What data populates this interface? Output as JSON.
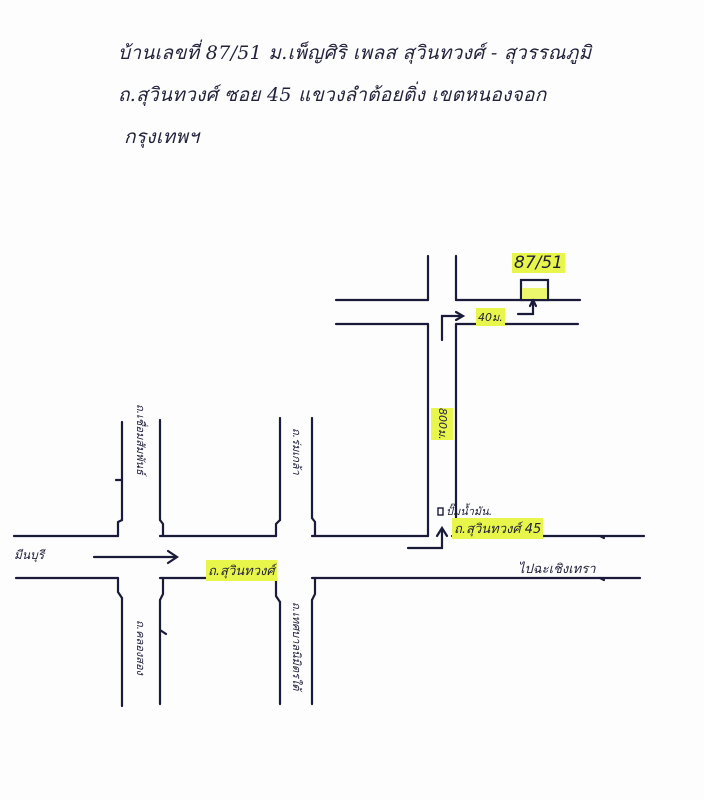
{
  "document": {
    "type": "hand-drawn location map",
    "background": "#fdfdfd",
    "ink_color": "#1a1a3a",
    "highlight_color": "#e8f54a"
  },
  "address": {
    "line1": "บ้านเลขที่ 87/51 ม.เพ็ญศิริ เพลส สุวินทวงศ์ - สุวรรณภูมิ",
    "line2": "ถ.สุวินทวงศ์ ซอย 45 แขวงลำต้อยติ่ง เขตหนองจอก",
    "line3": "กรุงเทพฯ"
  },
  "map": {
    "destination": {
      "house_number": "87/51",
      "highlighted": true
    },
    "distance_to_house": "40ม.",
    "distance_on_soi": "800ม.",
    "landmark_gas_station": "ปั๊มน้ำมัน.",
    "soi_label": "ถ.สุวินทวงศ์ 45",
    "direction_east": "ไปฉะเชิงเทรา",
    "direction_west": "มีนบุรี",
    "main_road_label": "ถ.สุวินทวงศ์",
    "cross_road_1_north": "ถ.เชื่อมสัมพันธ์",
    "cross_road_1_south": "ถ.คลองสอง",
    "cross_road_2_north": "ถ.ร่มเกล้า",
    "cross_road_2_south": "ถ.เทศบาลนิมิตรใต้"
  }
}
